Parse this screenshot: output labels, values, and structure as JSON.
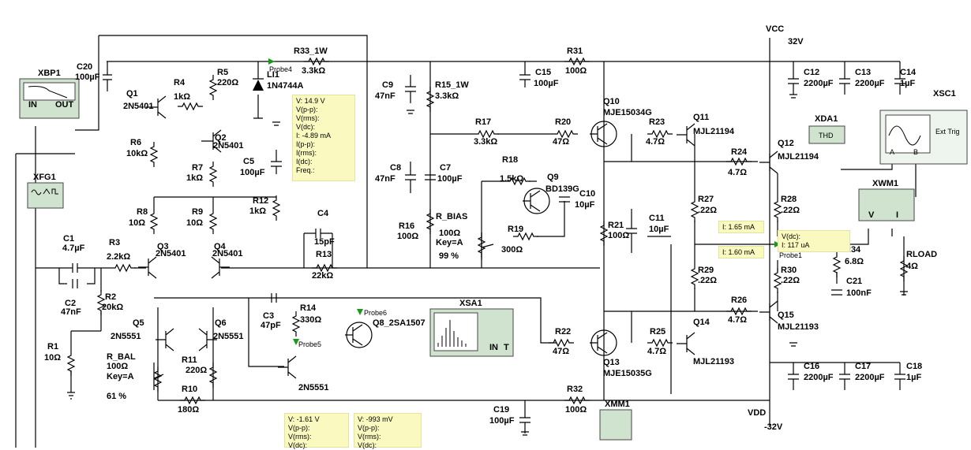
{
  "components": {
    "xbp1": {
      "name": "XBP1",
      "in": "IN",
      "out": "OUT"
    },
    "xfg1": {
      "name": "XFG1"
    },
    "xsa1": {
      "name": "XSA1",
      "in": "IN",
      "t": "T"
    },
    "xda1": {
      "name": "XDA1",
      "thd": "THD"
    },
    "xsc1": {
      "name": "XSC1",
      "ext": "Ext Trig",
      "a": "A",
      "b": "B"
    },
    "xwm1": {
      "name": "XWM1",
      "v": "V",
      "i": "I"
    },
    "xmm1": {
      "name": "XMM1"
    },
    "c20": [
      "C20",
      "100µF"
    ],
    "q1": [
      "Q1",
      "2N5401"
    ],
    "r4": [
      "R4",
      "1kΩ"
    ],
    "r5": [
      "R5",
      "220Ω"
    ],
    "li1": [
      "LI1",
      "1N4744A"
    ],
    "r33": [
      "R33_1W",
      "3.3kΩ"
    ],
    "r6": [
      "R6",
      "10kΩ"
    ],
    "q2": [
      "Q2",
      "2N5401"
    ],
    "r7": [
      "R7",
      "1kΩ"
    ],
    "c5": [
      "C5",
      "100µF"
    ],
    "r12": [
      "R12",
      "1kΩ"
    ],
    "r8": [
      "R8",
      "10Ω"
    ],
    "r9": [
      "R9",
      "10Ω"
    ],
    "c4": [
      "C4",
      "15pF"
    ],
    "r13": [
      "R13",
      "22kΩ"
    ],
    "c1": [
      "C1",
      "4.7µF"
    ],
    "r3": [
      "R3",
      "2.2kΩ"
    ],
    "q3": [
      "Q3",
      "2N5401"
    ],
    "q4": [
      "Q4",
      "2N5401"
    ],
    "c2": [
      "C2",
      "47nF"
    ],
    "r2": [
      "R2",
      "20kΩ"
    ],
    "r1": [
      "R1",
      "10Ω"
    ],
    "q5": [
      "Q5",
      "2N5551"
    ],
    "q6": [
      "Q6",
      "2N5551"
    ],
    "rbal": [
      "R_BAL",
      "100Ω",
      "Key=A",
      "61 %"
    ],
    "r11": [
      "R11",
      "220Ω"
    ],
    "r10": [
      "R10",
      "180Ω"
    ],
    "c3": [
      "C3",
      "47pF"
    ],
    "r14": [
      "R14",
      "330Ω"
    ],
    "q8": [
      "Q8_2SA1507"
    ],
    "q7": [
      "2N5551"
    ],
    "c9": [
      "C9",
      "47nF"
    ],
    "r15": [
      "R15_1W",
      "3.3kΩ"
    ],
    "c15": [
      "C15",
      "100µF"
    ],
    "r31": [
      "R31",
      "100Ω"
    ],
    "r17": [
      "R17",
      "3.3kΩ"
    ],
    "r20": [
      "R20",
      "47Ω"
    ],
    "c8": [
      "C8",
      "47nF"
    ],
    "c7": [
      "C7",
      "100µF"
    ],
    "r18": [
      "R18",
      "1.5kΩ"
    ],
    "q9": [
      "Q9",
      "BD139G"
    ],
    "c10": [
      "C10",
      "10µF"
    ],
    "r16": [
      "R16",
      "100Ω"
    ],
    "rbias": [
      "R_BIAS",
      "100Ω",
      "Key=A",
      "99 %"
    ],
    "r19": [
      "R19",
      "300Ω"
    ],
    "q10": [
      "Q10",
      "MJE15034G"
    ],
    "r23": [
      "R23",
      "4.7Ω"
    ],
    "q11": [
      "Q11",
      "MJL21194"
    ],
    "r24": [
      "R24",
      "4.7Ω"
    ],
    "q12": [
      "Q12",
      "MJL21194"
    ],
    "r21": [
      "R21",
      "100Ω"
    ],
    "c11": [
      "C11",
      "10µF"
    ],
    "r27": [
      "R27",
      ".22Ω"
    ],
    "r28": [
      "R28",
      ".22Ω"
    ],
    "r29": [
      "R29",
      ".22Ω"
    ],
    "r30": [
      "R30",
      ".22Ω"
    ],
    "r34": [
      "R34",
      "6.8Ω"
    ],
    "c21": [
      "C21",
      "100nF"
    ],
    "rload": [
      "RLOAD",
      "4Ω"
    ],
    "r26": [
      "R26",
      "4.7Ω"
    ],
    "q15": [
      "Q15",
      "MJL21193"
    ],
    "r22": [
      "R22",
      "47Ω"
    ],
    "q13": [
      "Q13",
      "MJE15035G"
    ],
    "r25": [
      "R25",
      "4.7Ω"
    ],
    "q14": [
      "Q14",
      "MJL21193"
    ],
    "r32": [
      "R32",
      "100Ω"
    ],
    "c19": [
      "C19",
      "100µF"
    ],
    "c12": [
      "C12",
      "2200µF"
    ],
    "c13": [
      "C13",
      "2200µF"
    ],
    "c14": [
      "C14",
      "1µF"
    ],
    "c16": [
      "C16",
      "2200µF"
    ],
    "c17": [
      "C17",
      "2200µF"
    ],
    "c18": [
      "C18",
      "1µF"
    ],
    "vcc": [
      "VCC",
      "32V"
    ],
    "vdd": [
      "VDD",
      "-32V"
    ]
  },
  "probes": {
    "probe4": "Probe4",
    "probe6": "Probe6",
    "probe5": "Probe5",
    "probe1": "Probe1"
  },
  "notes": {
    "probe4": [
      "V: 14.9 V",
      "V(p-p):",
      "V(rms):",
      "V(dc):",
      "I: -4.89 mA",
      "I(p-p):",
      "I(rms):",
      "I(dc):",
      "Freq.:"
    ],
    "probe5": [
      "V: -1.61 V",
      "V(p-p):",
      "V(rms):",
      "V(dc):"
    ],
    "probe6": [
      "V: -993 mV",
      "V(p-p):",
      "V(rms):",
      "V(dc):"
    ],
    "i165": [
      "I: 1.65 mA"
    ],
    "i160": [
      "I: 1.60 mA"
    ],
    "probe1": [
      "V(dc):",
      "I: 117 uA"
    ]
  }
}
